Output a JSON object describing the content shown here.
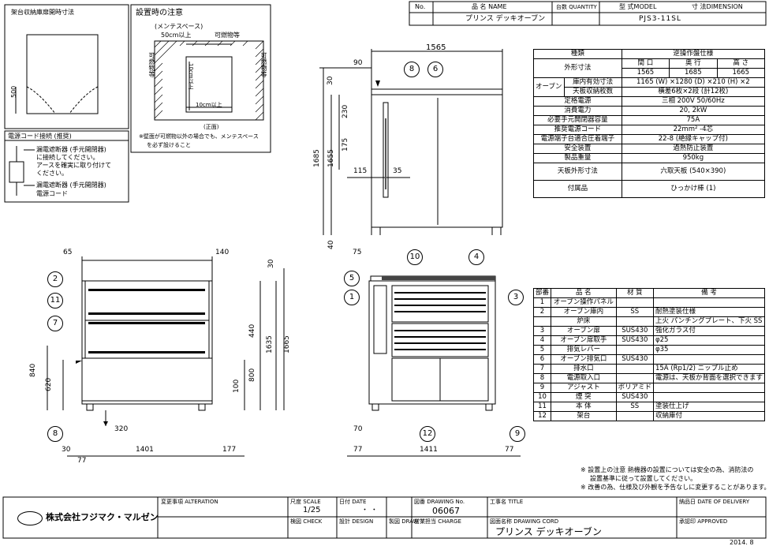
{
  "header": {
    "no_label": "No.",
    "name_label": "品 名 NAME",
    "qty_label": "台数 QUANTITY",
    "model_label": "型 式MODEL",
    "dim_label": "寸 法DIMENSION",
    "product_name": "プリンス デッキオーブン",
    "model_value": "PJS3-11SL"
  },
  "notes_top": {
    "door_title": "架台収納庫扉開時寸法",
    "door_dim": "500",
    "install_title": "設置時の注意",
    "maintenance": "(メンテスペース)",
    "clear_50": "50cm以上",
    "combustible_top": "可燃物等",
    "combustible_left": "可燃物等",
    "combustible_right": "可燃物等",
    "clear_10_v": "10cm以上",
    "clear_10_h": "10cm以上",
    "front": "(正面)",
    "note_wall_1": "※壁面が可燃物以外の場合でも、メンテスペース",
    "note_wall_2": "を必ず設けること",
    "cord_title": "電源コード接続 (推奨)",
    "cord_note_1": "漏電遮断器 (手元開閉器)",
    "cord_note_2": "に接続してください。",
    "cord_note_3": "アースを確実に取り付けて",
    "cord_note_4": "ください。",
    "cord_breaker": "漏電遮断器 (手元開閉器)",
    "cord_cable": "電源コード"
  },
  "spec_table": {
    "col_type": "種類",
    "type_value": "逆操作盤仕様",
    "outer_label": "外形寸法",
    "w_label": "間 口",
    "d_label": "奥 行",
    "h_label": "高 さ",
    "w": "1565",
    "d": "1685",
    "h": "1665",
    "oven_label": "オーブン",
    "inner_label": "庫内有効寸法",
    "inner_value": "1165 (W) ×1280 (D) ×210 (H) ×2",
    "trays_label": "天板収納枚数",
    "trays_value": "横差6枚×2段 (計12枚)",
    "power_label": "定格電源",
    "power_value": "三相 200V 50/60Hz",
    "consumption_label": "消費電力",
    "consumption_value": "20, 2kW",
    "switch_label": "必要手元開閉器容量",
    "switch_value": "75A",
    "cord_label": "推奨電源コード",
    "cord_value": "22mm² -4芯",
    "terminal_label": "電源端子台適合圧着端子",
    "terminal_value": "22-8 (絶縁キャップ付)",
    "safety_label": "安全装置",
    "safety_value": "過熱防止装置",
    "weight_label": "製品重量",
    "weight_value": "950kg",
    "tray_size_label": "天板外形寸法",
    "tray_size_value": "六取天板 (540×390)",
    "accessory_label": "付属品",
    "accessory_value": "ひっかけ棒 (1)"
  },
  "parts_table": {
    "headers": [
      "部番",
      "品 名",
      "材 質",
      "備 考"
    ],
    "rows": [
      [
        "1",
        "オーブン操作パネル",
        "",
        ""
      ],
      [
        "2",
        "オーブン庫内",
        "SS",
        "耐熱塗装仕様"
      ],
      [
        "",
        "炉床",
        "",
        "上火 パンチングプレート、下火 SS"
      ],
      [
        "3",
        "オーブン扉",
        "SUS430",
        "強化ガラス付"
      ],
      [
        "4",
        "オーブン扉取手",
        "SUS430",
        "φ25"
      ],
      [
        "5",
        "排気レバー",
        "",
        "φ35"
      ],
      [
        "6",
        "オーブン排気口",
        "SUS430",
        ""
      ],
      [
        "7",
        "排水口",
        "",
        "15A (Rp1/2) ニップル止め"
      ],
      [
        "8",
        "電源取入口",
        "",
        "電源は、天板か背面を選択できます"
      ],
      [
        "9",
        "アジャスト",
        "ポリアミド",
        ""
      ],
      [
        "10",
        "煙 突",
        "SUS430",
        ""
      ],
      [
        "11",
        "本 体",
        "SS",
        "塗装仕上げ"
      ],
      [
        "12",
        "架台",
        "",
        "収納庫付"
      ]
    ]
  },
  "footnotes": {
    "line1": "※ 設置上の注意 熱機器の設置については安全の為、消防法の",
    "line2": "設置基準に従って設置してください。",
    "line3": "※ 改善の為、仕様及び外観を予告なしに変更することがあります。"
  },
  "dims_side": {
    "top": "1565",
    "d90": "90",
    "d30": "30",
    "d230": "230",
    "d175": "175",
    "d1685": "1685",
    "d1655": "1655",
    "d115": "115",
    "d35": "35",
    "d40": "40",
    "b8": "8",
    "b6": "6"
  },
  "dims_front": {
    "d65": "65",
    "d140": "140",
    "d30": "30",
    "d440": "440",
    "d1635": "1635",
    "d1665": "1665",
    "d800": "800",
    "d840": "840",
    "d620": "620",
    "d100": "100",
    "d320": "320",
    "d30b": "30",
    "d77": "77",
    "d1401": "1401",
    "d177": "177",
    "b2": "2",
    "b11": "11",
    "b7": "7",
    "b8": "8"
  },
  "dims_right": {
    "d75": "75",
    "d70": "70",
    "d77": "77",
    "d1411": "1411",
    "d77b": "77",
    "b10": "10",
    "b4": "4",
    "b5": "5",
    "b1": "1",
    "b3": "3",
    "b12": "12",
    "b9": "9"
  },
  "title_block": {
    "company": "株式会社フジマク・マルゼン",
    "alteration": "変更事項 ALTERATION",
    "scale_label": "尺度 SCALE",
    "scale": "1/25",
    "date_label": "日付 DATE",
    "date_dots": "・ ・",
    "drawing_no_label": "図番 DRAWING No.",
    "drawing_no": "06067",
    "work_title_label": "工事名 TITLE",
    "delivery_label": "納品日 DATE OF DELIVERY",
    "check_label": "検図 CHECK",
    "design_label": "設計 DESIGN",
    "draw_label": "製図 DRAW",
    "charge_label": "営業担当 CHARGE",
    "drawing_name_label": "図面名称 DRAWING CORD",
    "drawing_name": "プリンス デッキオーブン",
    "approved_label": "承認印 APPROVED",
    "year": "2014. 8"
  }
}
